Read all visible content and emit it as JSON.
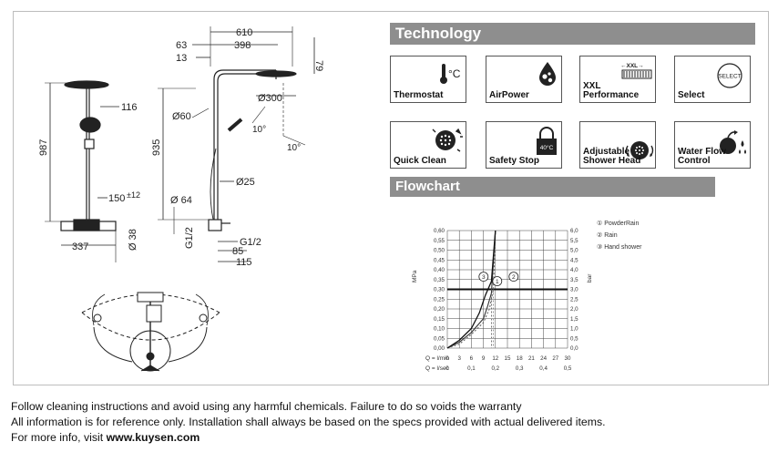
{
  "technology": {
    "title": "Technology",
    "tiles": [
      {
        "label": "Thermostat",
        "icon": "thermometer-icon",
        "icon_text": "°C"
      },
      {
        "label": "AirPower",
        "icon": "air-drop-icon"
      },
      {
        "label": "XXL Performance",
        "icon": "xxl-showerhead-icon",
        "icon_text": "←XXL→"
      },
      {
        "label": "Select",
        "icon": "select-button-icon",
        "icon_text": "SELECT"
      },
      {
        "label": "Quick Clean",
        "icon": "quick-clean-icon"
      },
      {
        "label": "Safety Stop",
        "icon": "safety-lock-icon",
        "icon_text": "40°C"
      },
      {
        "label": "Adjustable Shower Head",
        "icon": "adjustable-head-icon"
      },
      {
        "label": "Water Flow Control",
        "icon": "water-flow-icon"
      }
    ]
  },
  "flowchart": {
    "title": "Flowchart",
    "legend": [
      "① PowderRain",
      "② Rain",
      "③ Hand shower"
    ]
  },
  "chart_data": {
    "type": "line",
    "left_axis_label": "MPa",
    "right_axis_label": "bar",
    "y_ticks_mpa": [
      "0,60",
      "0,55",
      "0,50",
      "0,45",
      "0,40",
      "0,35",
      "0,30",
      "0,25",
      "0,20",
      "0,15",
      "0,10",
      "0,05",
      "0,00"
    ],
    "y_ticks_bar": [
      "6,0",
      "5,5",
      "5,0",
      "4,5",
      "4,0",
      "3,5",
      "3,0",
      "2,5",
      "2,0",
      "1,5",
      "1,0",
      "0,5",
      "0,0"
    ],
    "x_ticks_lmin": [
      "0",
      "3",
      "6",
      "9",
      "12",
      "15",
      "18",
      "21",
      "24",
      "27",
      "30"
    ],
    "x_ticks_lsec": [
      "0",
      "0,1",
      "0,2",
      "0,3",
      "0,4",
      "0,5"
    ],
    "x_label_lmin": "Q = l/min",
    "x_label_lsec": "Q = l/sec",
    "ylim_mpa": [
      0,
      0.6
    ],
    "xlim_lmin": [
      0,
      30
    ],
    "reference_pressure_mpa": 0.3,
    "series": [
      {
        "name": "PowderRain",
        "marker": "1",
        "x": [
          0,
          3,
          6,
          9,
          10,
          11,
          12
        ],
        "y": [
          0,
          0.03,
          0.08,
          0.15,
          0.21,
          0.28,
          0.6
        ]
      },
      {
        "name": "Rain",
        "marker": "2",
        "x": [
          0,
          3,
          6,
          9,
          10.5,
          11.5,
          12
        ],
        "y": [
          0,
          0.02,
          0.07,
          0.13,
          0.2,
          0.3,
          0.6
        ]
      },
      {
        "name": "Hand shower",
        "marker": "3",
        "x": [
          0,
          3,
          6,
          8,
          9.5,
          11,
          12
        ],
        "y": [
          0,
          0.04,
          0.1,
          0.18,
          0.27,
          0.34,
          0.6
        ]
      }
    ]
  },
  "drawing": {
    "dims": {
      "d610": "610",
      "d63": "63",
      "d398": "398",
      "d13": "13",
      "d79": "79",
      "d116": "116",
      "d300": "Ø300",
      "d60": "Ø60",
      "d10a": "10°",
      "d10b": "10°",
      "d987": "987",
      "d935": "935",
      "d25": "Ø25",
      "d64": "Ø 64",
      "d150": "150",
      "d12": "±12",
      "d337": "337",
      "d38": "Ø 38",
      "g12a": "G1/2",
      "g12b": "G1/2",
      "d85": "85",
      "d115": "115"
    }
  },
  "footer": {
    "line1": "Follow cleaning instructions and avoid using any harmful chemicals. Failure to do so voids the warranty",
    "line2": "All information is for reference only. Installation shall always be based on the specs provided with actual delivered items.",
    "line3_prefix": "For more info, visit ",
    "line3_link": "www.kuysen.com"
  }
}
